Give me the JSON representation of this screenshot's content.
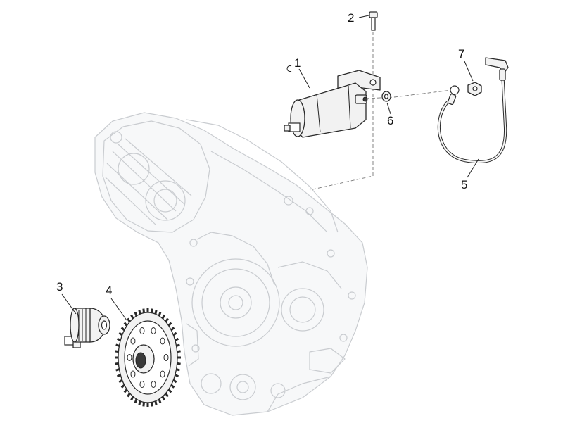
{
  "callouts": [
    {
      "label": "1",
      "part": "starter-motor"
    },
    {
      "label": "2",
      "part": "screw"
    },
    {
      "label": "3",
      "part": "gear-shaft"
    },
    {
      "label": "4",
      "part": "driven-gear"
    },
    {
      "label": "5",
      "part": "cable"
    },
    {
      "label": "6",
      "part": "washer"
    },
    {
      "label": "7",
      "part": "nut"
    }
  ],
  "colors": {
    "part_outline": "#2a2a2a",
    "ghost_outline": "#c9ccd0",
    "background": "#ffffff"
  }
}
